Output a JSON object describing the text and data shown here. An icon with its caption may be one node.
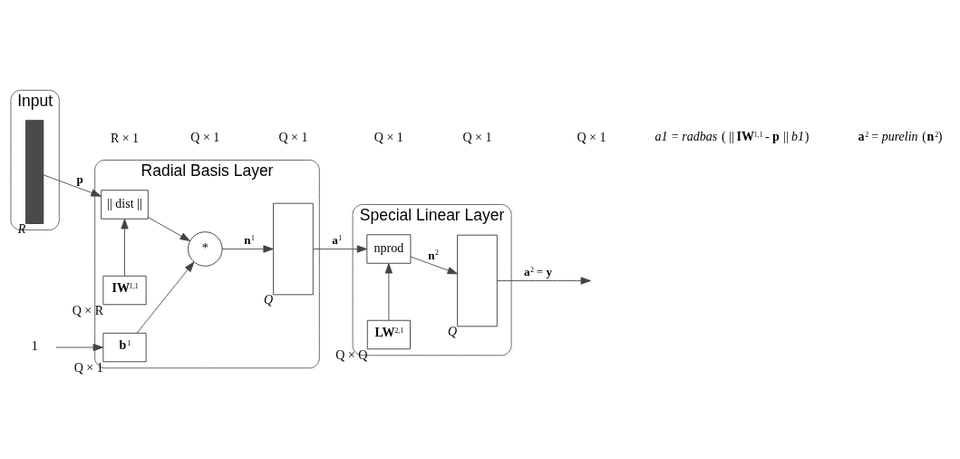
{
  "diagram": {
    "nodes": [
      {
        "text": [
          "Input"
        ]
      },
      {
        "text": [],
        "shape": "bar",
        "in": 0,
        "beside": [
          "*R*"
        ]
      },
      {
        "text": [
          "Radial Basis Layer"
        ]
      },
      {
        "text": [
          "**IW**$^{1,1}$"
        ],
        "in": 2,
        "beside": [
          "Q × R"
        ]
      },
      {
        "text": [
          "|| dist ||"
        ],
        "in": 2
      },
      {
        "text": [
          "1"
        ]
      },
      {
        "text": [
          "**b**$^{1}$"
        ],
        "in": 2,
        "beside": [
          "Q × 1"
        ]
      },
      {
        "text": [
          "*"
        ],
        "in": 2
      },
      {
        "text": [],
        "shape": "box",
        "in": 2,
        "beside": [
          "*Q*"
        ]
      },
      {
        "text": [
          "Special Linear Layer"
        ]
      },
      {
        "text": [
          "**LW**$^{2,1}$"
        ],
        "in": 9,
        "beside": [
          "Q × Q"
        ]
      },
      {
        "text": [
          "nprod"
        ],
        "in": 9
      },
      {
        "text": [],
        "shape": "box",
        "in": 9,
        "beside": [
          "*Q*"
        ]
      }
    ],
    "edges": [
      {
        "from": 1,
        "to": 4,
        "arrow": "to",
        "label": "**p**"
      },
      {
        "from": 3,
        "to": 4,
        "arrow": "to"
      },
      {
        "from": 5,
        "to": 6,
        "arrow": "to"
      },
      {
        "from": 4,
        "to": 7,
        "arrow": "to"
      },
      {
        "from": 6,
        "to": 7,
        "arrow": "to"
      },
      {
        "from": 7,
        "to": 8,
        "arrow": "to",
        "label": "**n**$^{1}$"
      },
      {
        "from": 8,
        "to": 11,
        "arrow": "to",
        "label": "**a**$^{1}$"
      },
      {
        "from": 10,
        "to": 11,
        "arrow": "to"
      },
      {
        "from": 11,
        "to": 12,
        "arrow": "to",
        "label": "**n**$^{2}$"
      },
      {
        "from": 12,
        "to": null,
        "arrow": "to",
        "label": "**a**$^{2}$ = **y**"
      }
    ],
    "labels": [
      "R × 1",
      "Q × 1",
      "Q × 1",
      "Q × 1",
      "Q × 1",
      "Q × 1",
      "*a1* = *radbas* ( || **IW**$^{1,1}$ - **p** || *b1*)",
      "**a**$^{2}$ = *purelin* (**n**$^{2}$)"
    ]
  }
}
